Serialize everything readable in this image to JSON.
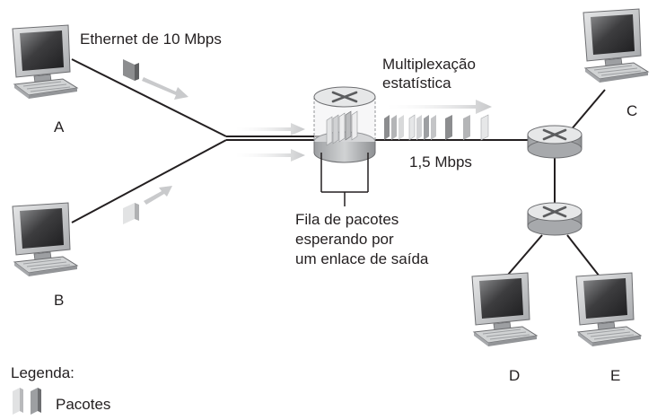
{
  "labels": {
    "ethernet": "Ethernet  de 10 Mbps",
    "multiplexing_line1": "Multiplexação",
    "multiplexing_line2": "estatística",
    "link_speed": "1,5 Mbps",
    "queue_line1": "Fila de pacotes",
    "queue_line2": "esperando por",
    "queue_line3": "um enlace de saída"
  },
  "hosts": [
    {
      "id": "A",
      "label": "A"
    },
    {
      "id": "B",
      "label": "B"
    },
    {
      "id": "C",
      "label": "C"
    },
    {
      "id": "D",
      "label": "D"
    },
    {
      "id": "E",
      "label": "E"
    }
  ],
  "legend": {
    "title": "Legenda:",
    "packets_label": "Pacotes"
  },
  "colors": {
    "line": "#231f20",
    "packet_light": "#d9d9da",
    "packet_dark": "#8c8d8f",
    "router_top": "#e4e5e6",
    "router_side": "#b5b6b8",
    "monitor_frame": "#c9cacc",
    "screen_dark": "#3a3a3c"
  }
}
